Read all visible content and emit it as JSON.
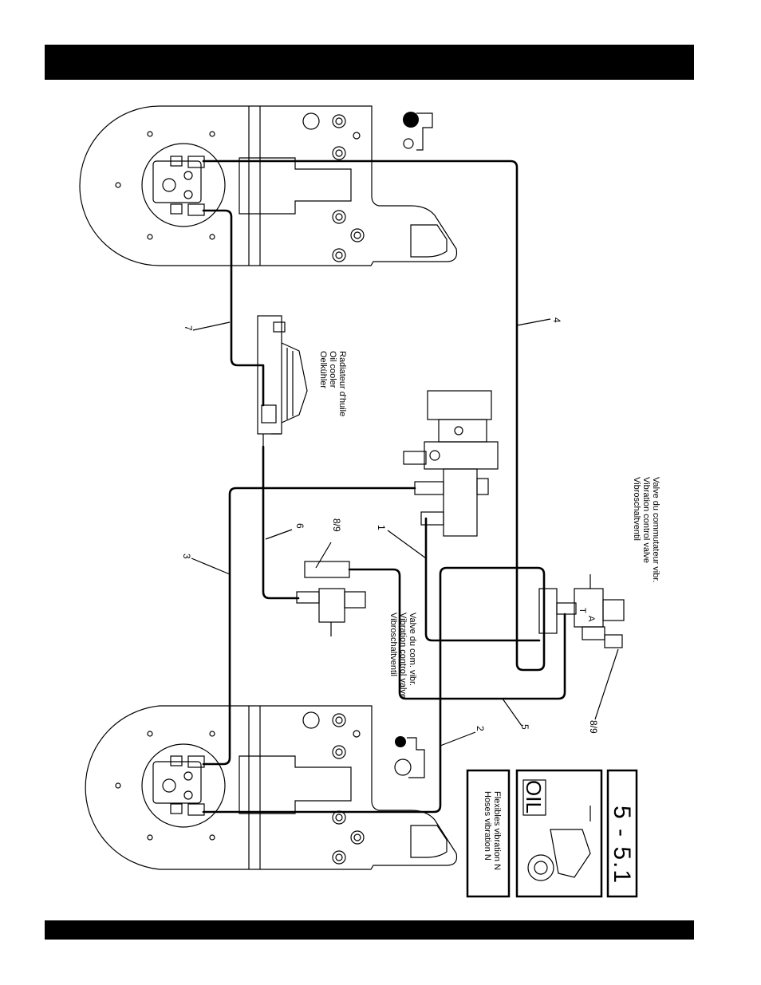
{
  "header": {
    "band_color": "#000000"
  },
  "footer": {
    "band_color": "#000000"
  },
  "diagram": {
    "oil_cooler_label": [
      "Oelkühler",
      "Oil cooler",
      "Radiateur d'huile"
    ],
    "valve_right_label": [
      "Vibroschaltventil",
      "Vibration control valve",
      "Valve du commutateur vibr."
    ],
    "valve_center_label": [
      "Vibroschaltventil",
      "Vibration control valve",
      "Valve du com. vibr."
    ],
    "hose_numbers": {
      "hose1": "1",
      "hose2": "2",
      "hose3": "3",
      "hose4": "4",
      "hose5": "5",
      "hose6": "6",
      "hose7": "7",
      "fitting_center": "8/9",
      "fitting_right": "8/9"
    },
    "port_letters": {
      "t": "T",
      "a": "A"
    }
  },
  "legend": {
    "page_number": "5 - 5.1",
    "oil_sign": "OIL",
    "title_lines": [
      "Hoses vibration  N",
      "Flexibles vibration  N"
    ]
  }
}
